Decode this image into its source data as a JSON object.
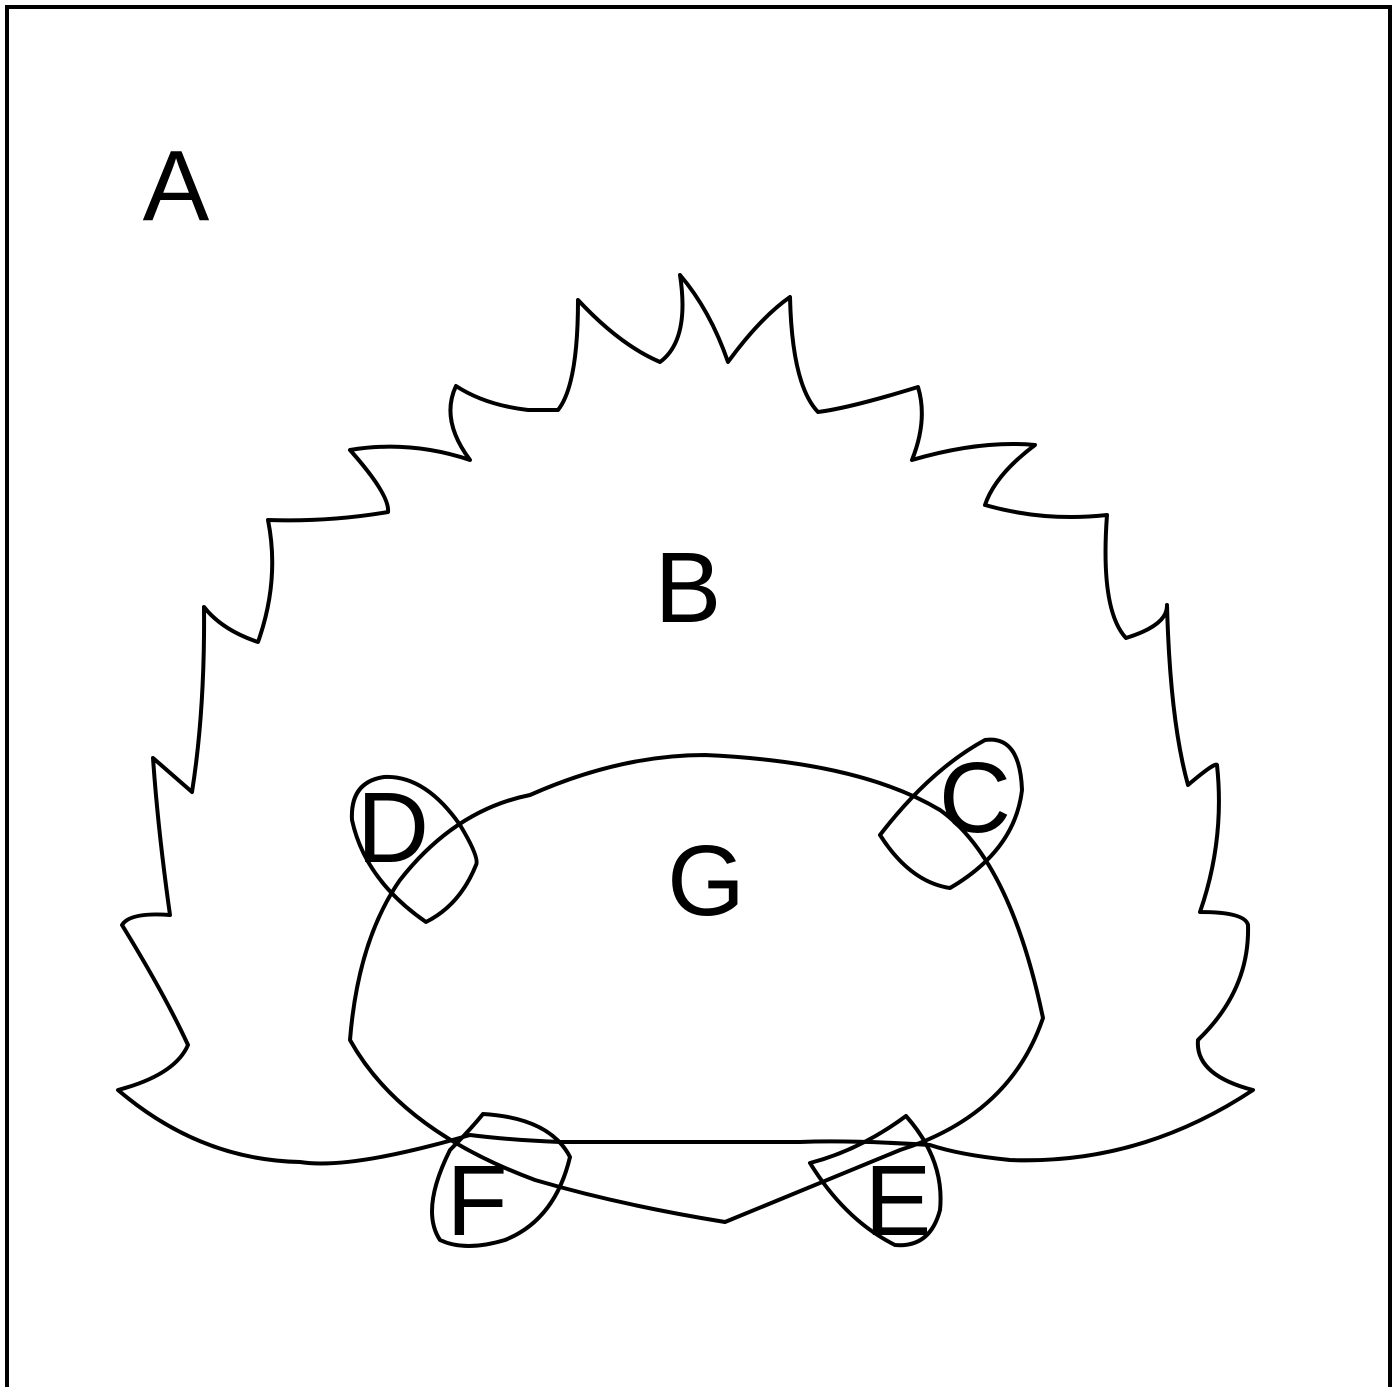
{
  "labels": {
    "a": "A",
    "b": "B",
    "c": "C",
    "d": "D",
    "e": "E",
    "f": "F",
    "g": "G"
  },
  "colors": {
    "stroke": "#000000",
    "background": "#ffffff"
  }
}
